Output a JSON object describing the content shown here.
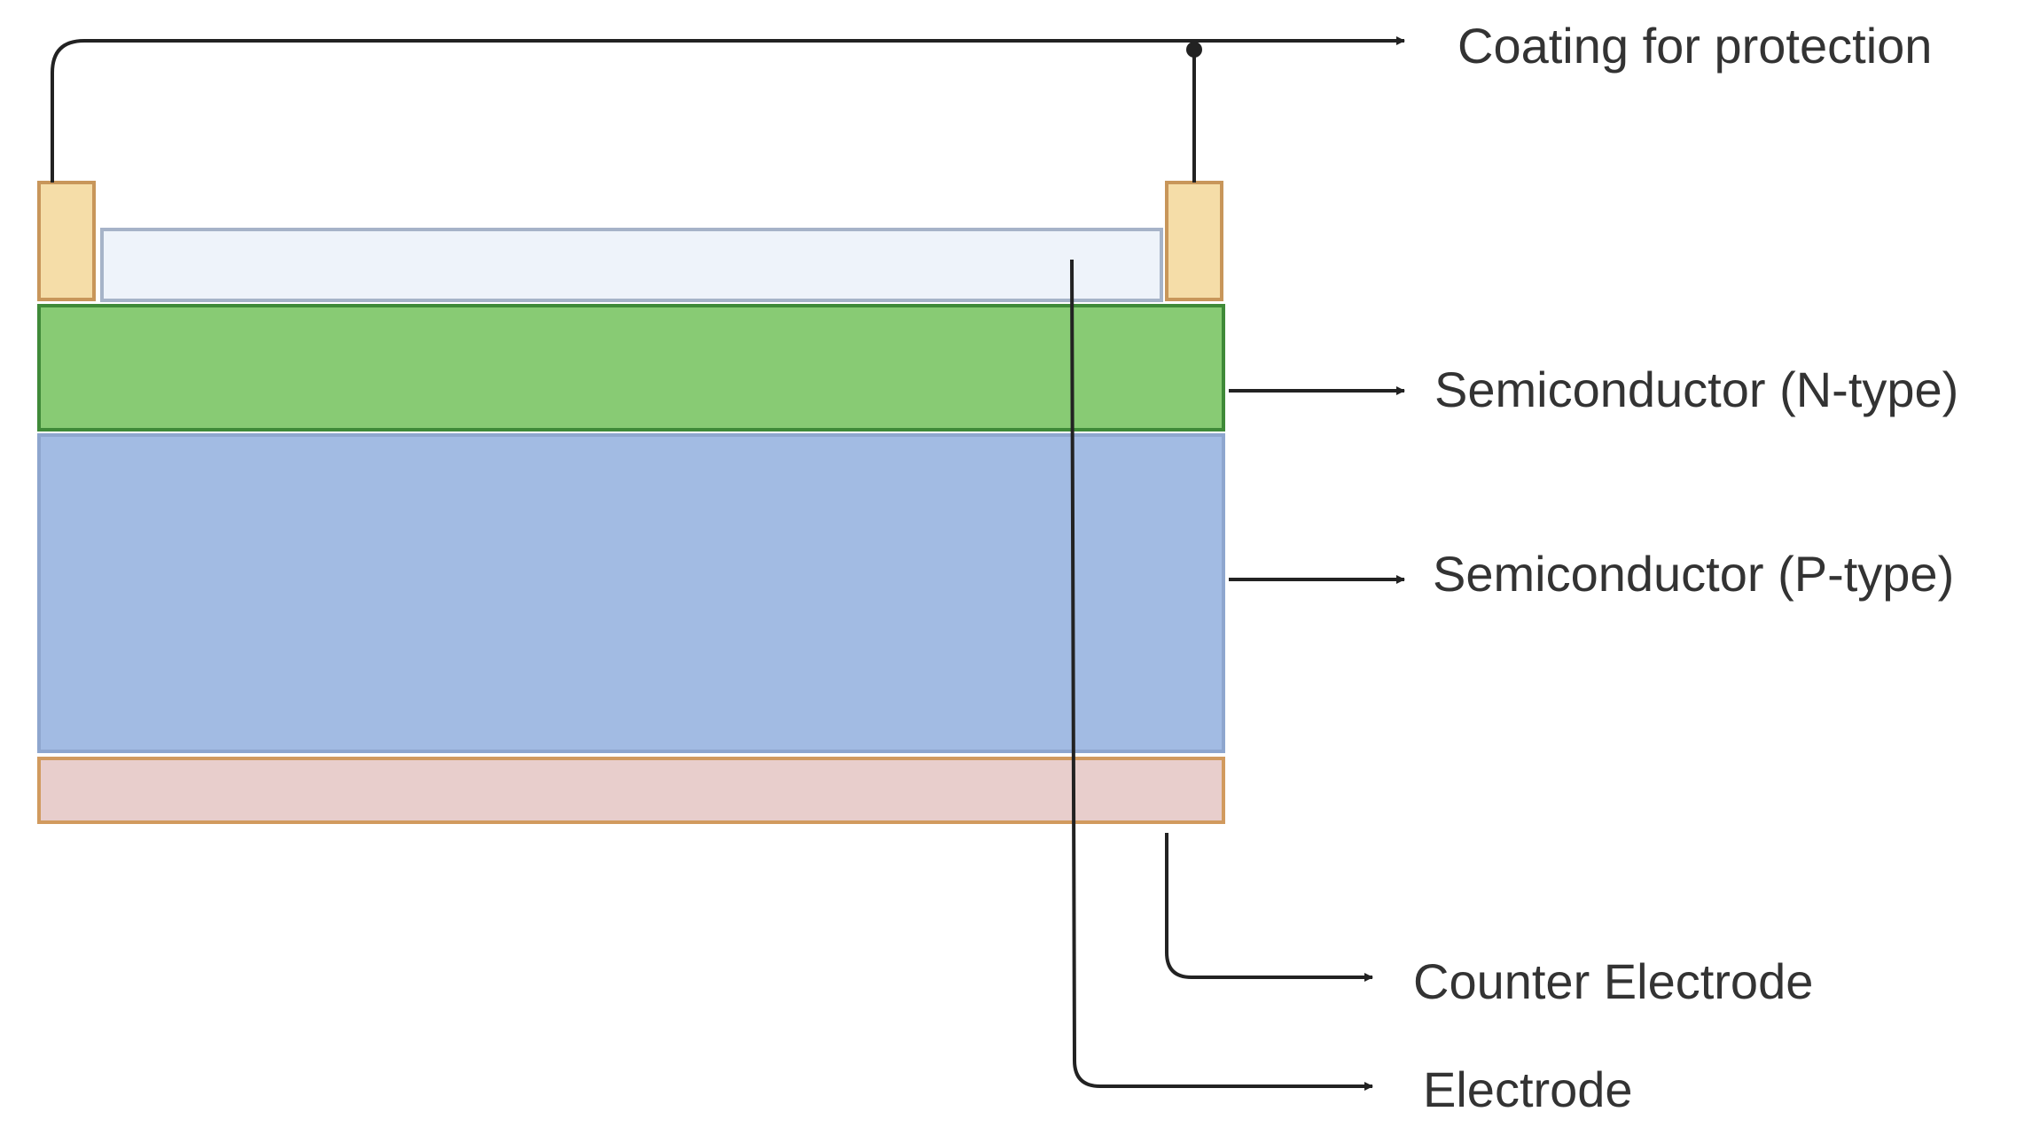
{
  "labels": {
    "coating": "Coating for protection",
    "n_type": "Semiconductor (N-type)",
    "p_type": "Semiconductor (P-type)",
    "counter_electrode": "Counter Electrode",
    "electrode": "Electrode"
  },
  "colors": {
    "contact_fill": "#F5DDA8",
    "contact_stroke": "#C8965A",
    "coating_fill": "#EEF3FA",
    "coating_stroke": "#A6B3C8",
    "n_type_fill": "#88CB74",
    "n_type_stroke": "#3F8A38",
    "p_type_fill": "#A2BBE3",
    "p_type_stroke": "#8EA6CE",
    "counter_fill": "#E8CECC",
    "counter_stroke": "#D19A5E",
    "line": "#222222",
    "text": "#333333"
  }
}
